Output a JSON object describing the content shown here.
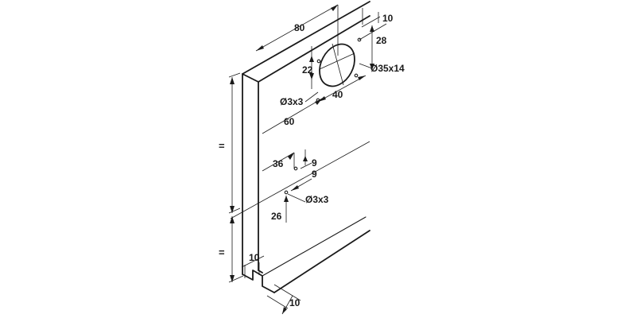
{
  "labels": {
    "dim_80": "80",
    "dim_10_top": "10",
    "dim_28": "28",
    "dim_22": "22",
    "dim_35x14": "Ø35x14",
    "dim_3x3_top": "Ø3x3",
    "dim_40": "40",
    "dim_60": "60",
    "eq_upper": "=",
    "dim_36": "36",
    "dim_9_a": "9",
    "dim_9_b": "9",
    "dim_3x3_bottom": "Ø3x3",
    "dim_26": "26",
    "eq_lower": "=",
    "dim_10_groove": "10",
    "dim_10_bottom": "10"
  }
}
